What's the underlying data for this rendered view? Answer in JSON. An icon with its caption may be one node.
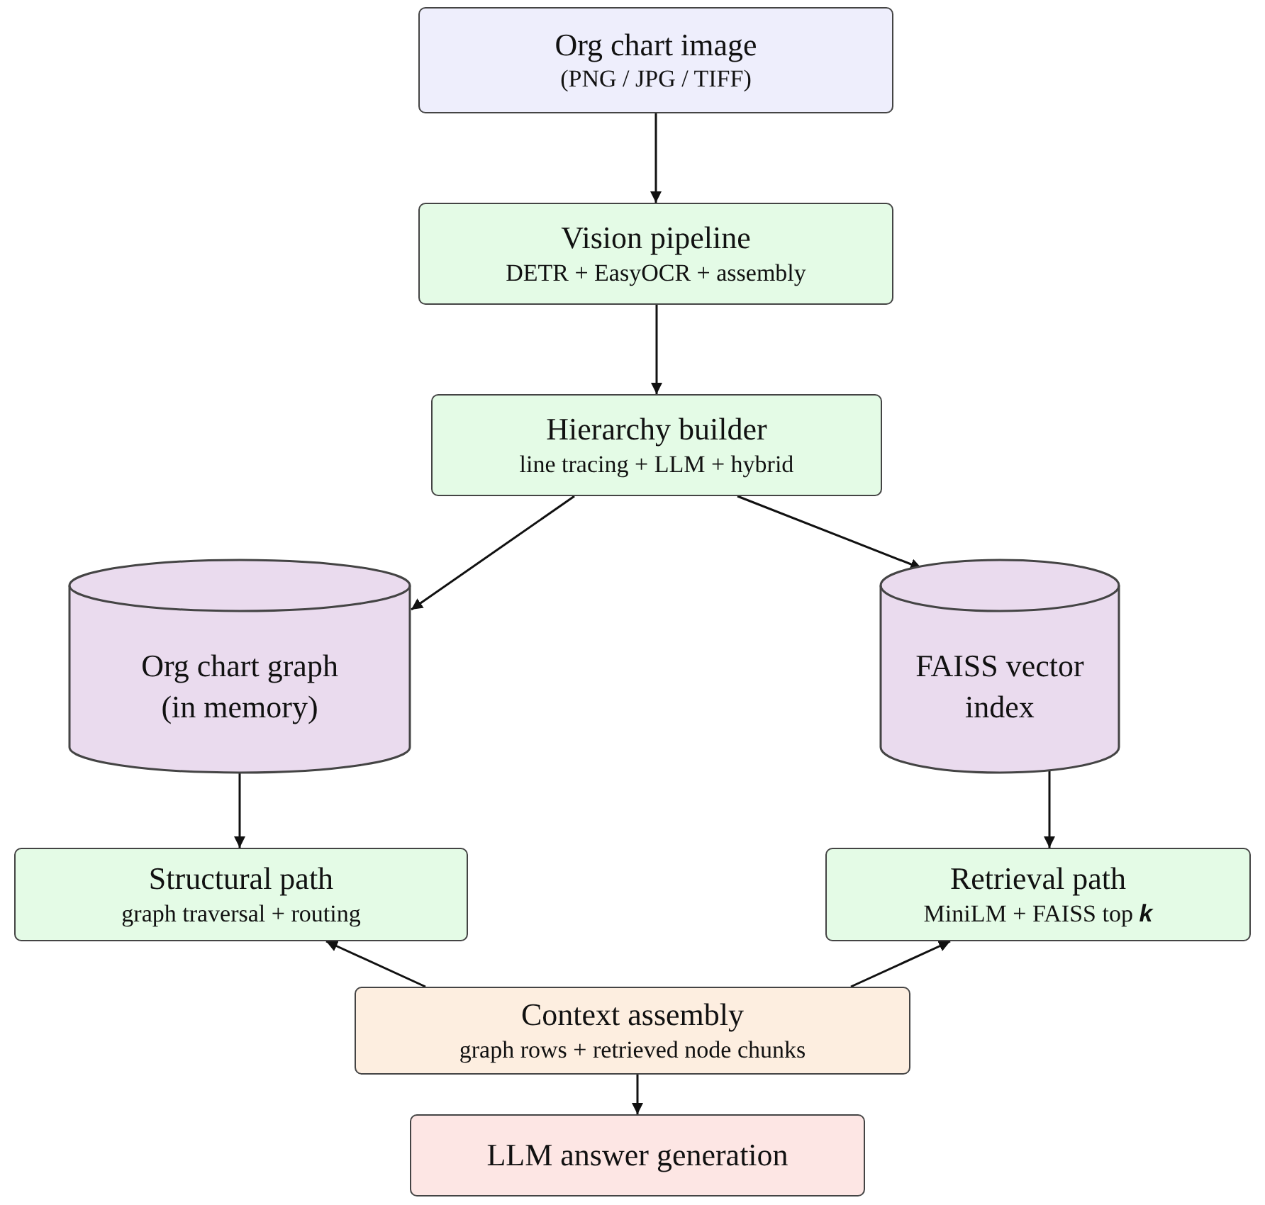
{
  "diagram": {
    "nodes": [
      {
        "text": [
          "Org chart image",
          "(PNG / JPG / TIFF)"
        ]
      },
      {
        "text": [
          "Vision pipeline",
          "DETR + EasyOCR + assembly"
        ]
      },
      {
        "text": [
          "Hierarchy builder",
          "line tracing + LLM + hybrid"
        ]
      },
      {
        "text": [
          "Org chart graph (in memory)"
        ]
      },
      {
        "text": [
          "FAISS vector index"
        ]
      },
      {
        "text": [
          "Structural path",
          "graph traversal + routing"
        ]
      },
      {
        "text": [
          "Retrieval path",
          "MiniLM + FAISS top **k**"
        ]
      },
      {
        "text": [
          "Context assembly",
          "graph rows + retrieved node chunks"
        ]
      },
      {
        "text": [
          "LLM answer generation"
        ]
      }
    ],
    "edges": [
      {
        "from": 0,
        "to": 1,
        "arrow": "to"
      },
      {
        "from": 1,
        "to": 2,
        "arrow": "to"
      },
      {
        "from": 2,
        "to": 3,
        "arrow": "to"
      },
      {
        "from": 2,
        "to": 4,
        "arrow": "to"
      },
      {
        "from": 3,
        "to": 5,
        "arrow": "to"
      },
      {
        "from": 4,
        "to": 6,
        "arrow": "to"
      },
      {
        "from": 7,
        "to": 5,
        "arrow": "to"
      },
      {
        "from": 7,
        "to": 6,
        "arrow": "to"
      },
      {
        "from": 7,
        "to": 8,
        "arrow": "to"
      }
    ]
  }
}
